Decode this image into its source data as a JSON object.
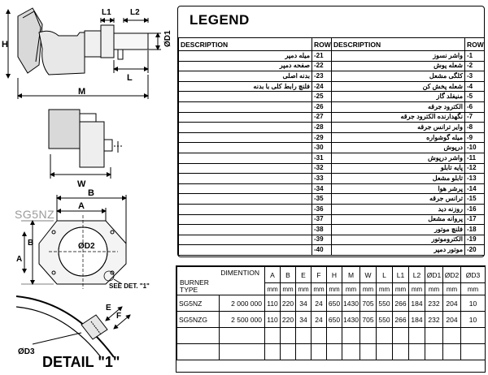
{
  "legend": {
    "title": "LEGEND",
    "header": {
      "desc": "DESCRIPTION",
      "row": "ROW"
    },
    "left": [
      {
        "desc": "میله دمپر",
        "num": "-21"
      },
      {
        "desc": "صفحه دمپر",
        "num": "-22"
      },
      {
        "desc": "بدنه اصلی",
        "num": "-23"
      },
      {
        "desc": "فلنچ رابط کلی با بدنه",
        "num": "-24"
      },
      {
        "desc": "",
        "num": "-25"
      },
      {
        "desc": "",
        "num": "-26"
      },
      {
        "desc": "",
        "num": "-27"
      },
      {
        "desc": "",
        "num": "-28"
      },
      {
        "desc": "",
        "num": "-29"
      },
      {
        "desc": "",
        "num": "-30"
      },
      {
        "desc": "",
        "num": "-31"
      },
      {
        "desc": "",
        "num": "-32"
      },
      {
        "desc": "",
        "num": "-33"
      },
      {
        "desc": "",
        "num": "-34"
      },
      {
        "desc": "",
        "num": "-35"
      },
      {
        "desc": "",
        "num": "-36"
      },
      {
        "desc": "",
        "num": "-37"
      },
      {
        "desc": "",
        "num": "-38"
      },
      {
        "desc": "",
        "num": "-39"
      },
      {
        "desc": "",
        "num": "-40"
      }
    ],
    "right": [
      {
        "desc": "واشر نسوز",
        "num": "-1"
      },
      {
        "desc": "شعله پوش",
        "num": "-2"
      },
      {
        "desc": "کلگی مشعل",
        "num": "-3"
      },
      {
        "desc": "شعله پخش کن",
        "num": "-4"
      },
      {
        "desc": "منیفلد گاز",
        "num": "-5"
      },
      {
        "desc": "الکترود جرقه",
        "num": "-6"
      },
      {
        "desc": "نگهدارنده الکترود جرقه",
        "num": "-7"
      },
      {
        "desc": "وایر ترانس جرقه",
        "num": "-8"
      },
      {
        "desc": "میله گوشواره",
        "num": "-9"
      },
      {
        "desc": "درپوش",
        "num": "-10"
      },
      {
        "desc": "واشر درپوش",
        "num": "-11"
      },
      {
        "desc": "پایه تابلو",
        "num": "-12"
      },
      {
        "desc": "تابلو مشعل",
        "num": "-13"
      },
      {
        "desc": "پرشر هوا",
        "num": "-14"
      },
      {
        "desc": "ترانس جرقه",
        "num": "-15"
      },
      {
        "desc": "روزنه دید",
        "num": "-16"
      },
      {
        "desc": "پروانه مشعل",
        "num": "-17"
      },
      {
        "desc": "فلنچ موتور",
        "num": "-18"
      },
      {
        "desc": "الکتروموتور",
        "num": "-19"
      },
      {
        "desc": "موتور دمپر",
        "num": "-20"
      }
    ]
  },
  "dimensions": {
    "corner_top": "DIMENTION",
    "corner_bottom": "BURNER TYPE",
    "columns": [
      "A",
      "B",
      "E",
      "F",
      "H",
      "M",
      "W",
      "L",
      "L1",
      "L2",
      "ØD1",
      "ØD2",
      "ØD3"
    ],
    "unit": "mm",
    "rows": [
      {
        "model": "SG5NZ",
        "power": "2 000 000",
        "values": [
          "110",
          "220",
          "34",
          "24",
          "650",
          "1430",
          "705",
          "550",
          "266",
          "184",
          "232",
          "204",
          "10"
        ]
      },
      {
        "model": "SG5NZG",
        "power": "2 500 000",
        "values": [
          "110",
          "220",
          "34",
          "24",
          "650",
          "1430",
          "705",
          "550",
          "266",
          "184",
          "232",
          "204",
          "10"
        ]
      }
    ]
  },
  "drawing": {
    "model_label": "SG5NZ",
    "detail_label": "DETAIL \"1\"",
    "see_detail": "SEE DET. \"1\"",
    "dims": {
      "H": "H",
      "M": "M",
      "L": "L",
      "L1": "L1",
      "L2": "L2",
      "D1": "ØD1",
      "W": "W",
      "A": "A",
      "B": "B",
      "D2": "ØD2",
      "D3": "ØD3",
      "E": "E",
      "F": "F",
      "A_side": "A",
      "B_side": "B"
    }
  }
}
